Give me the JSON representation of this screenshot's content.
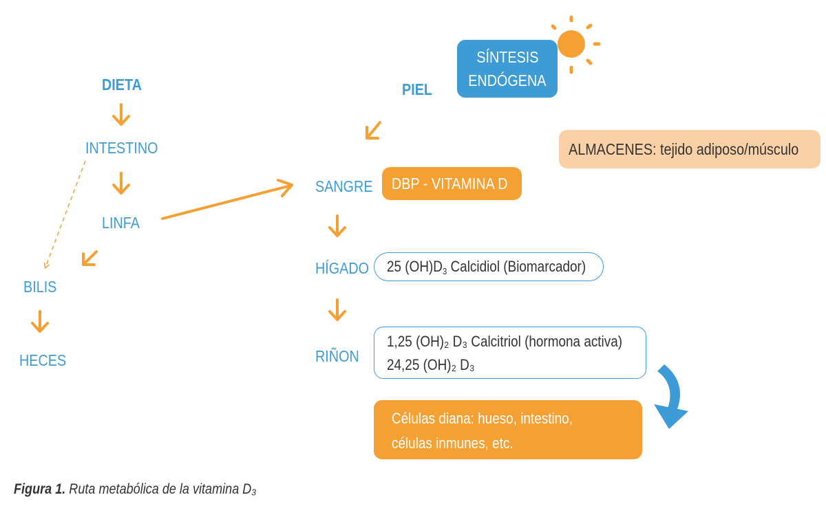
{
  "colors": {
    "blue": "#3d9bd6",
    "orange": "#f4a032",
    "peach": "#fad1a6",
    "text": "#333333"
  },
  "left": {
    "dieta": "DIETA",
    "intestino": "INTESTINO",
    "linfa": "LINFA",
    "bilis": "BILIS",
    "heces": "HECES"
  },
  "right": {
    "piel": "PIEL",
    "sintesis_line1": "SÍNTESIS",
    "sintesis_line2": "ENDÓGENA",
    "almacenes": "ALMACENES: tejido adiposo/músculo",
    "sangre": "SANGRE",
    "dbp": "DBP - VITAMINA D",
    "higado": "HÍGADO",
    "calcidiol_pre": "25 (OH)D",
    "calcidiol_sub": "3",
    "calcidiol_post": " Calcidiol (Biomarcador)",
    "rinon": "RIÑON",
    "calcitriol_line1": "1,25 (OH)₂ D₃ Calcitriol (hormona activa)",
    "calcitriol_line2": "24,25 (OH)₂ D₃",
    "celulas_line1": "Células diana: hueso, intestino,",
    "celulas_line2": "células inmunes, etc."
  },
  "caption": {
    "label": "Figura 1.",
    "text": " Ruta metabólica de la vitamina D₃"
  },
  "icons": {
    "sun": "sun-icon"
  }
}
